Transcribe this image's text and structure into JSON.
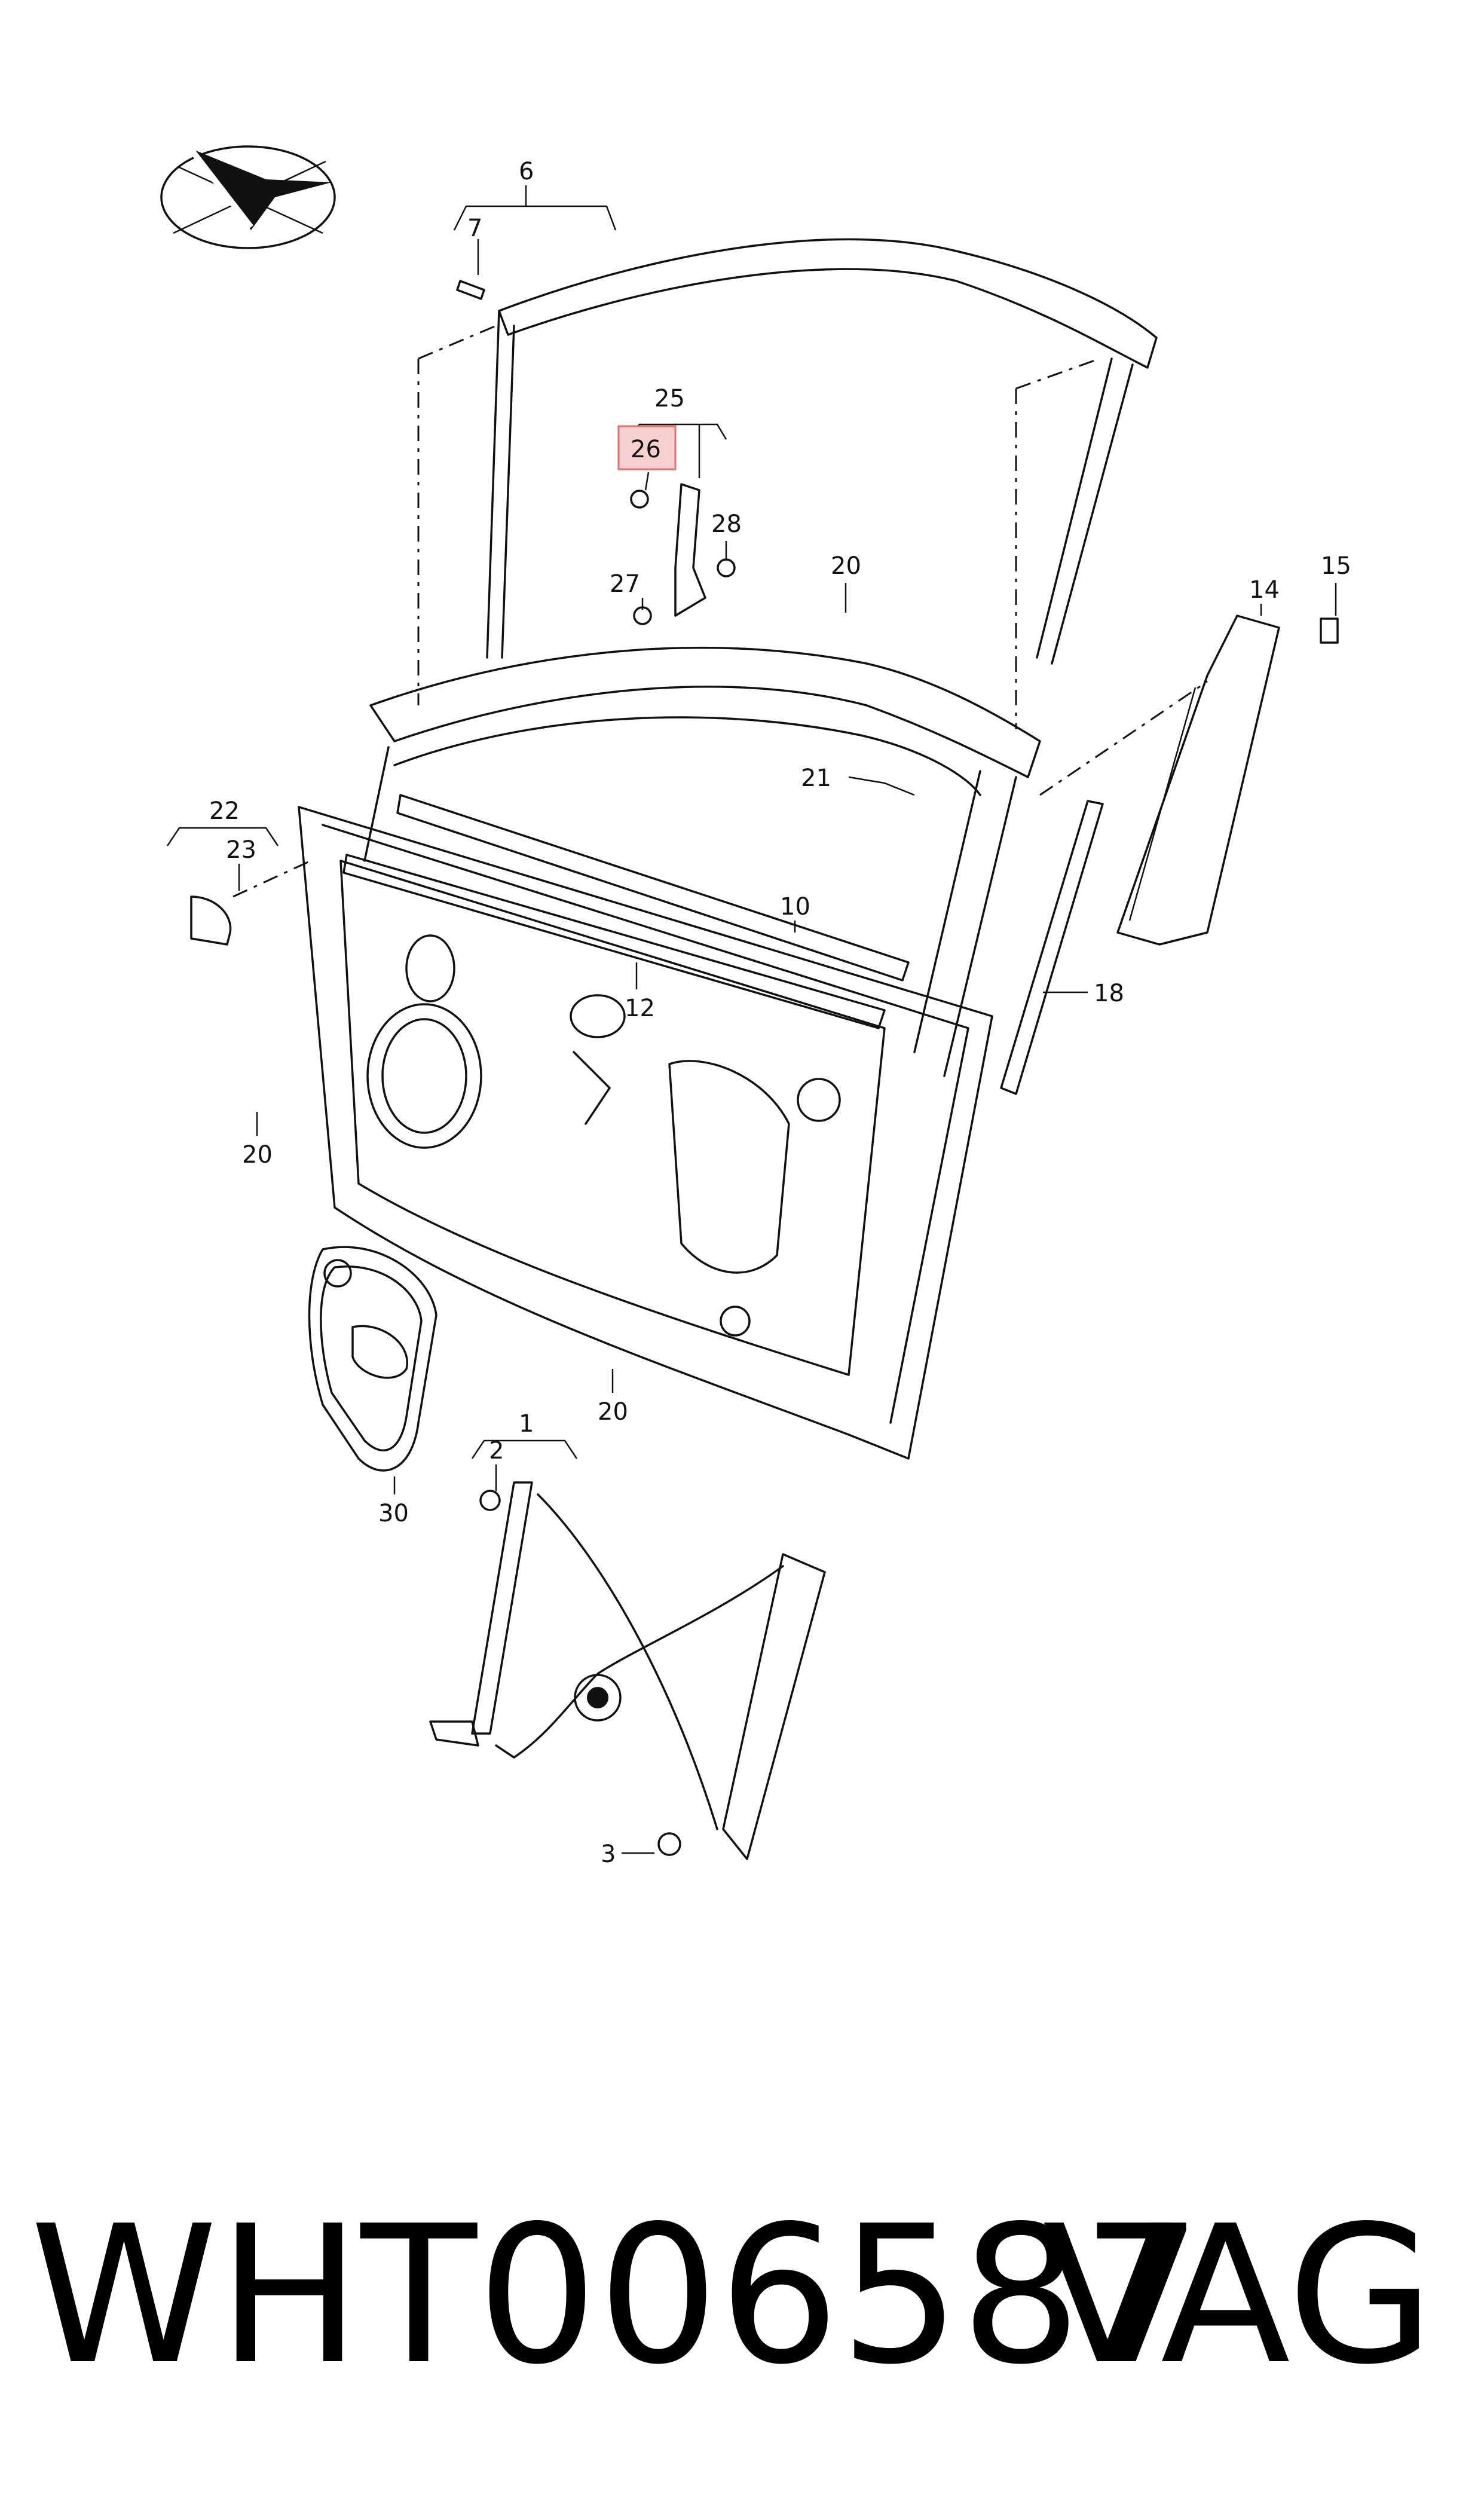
{
  "callouts": [
    {
      "id": "c1",
      "text": "1"
    },
    {
      "id": "c2",
      "text": "2"
    },
    {
      "id": "c3",
      "text": "3"
    },
    {
      "id": "c6",
      "text": "6"
    },
    {
      "id": "c7",
      "text": "7"
    },
    {
      "id": "c10",
      "text": "10"
    },
    {
      "id": "c12",
      "text": "12"
    },
    {
      "id": "c14",
      "text": "14"
    },
    {
      "id": "c15",
      "text": "15"
    },
    {
      "id": "c18",
      "text": "18"
    },
    {
      "id": "c20a",
      "text": "20"
    },
    {
      "id": "c20b",
      "text": "20"
    },
    {
      "id": "c20c",
      "text": "20"
    },
    {
      "id": "c21",
      "text": "21"
    },
    {
      "id": "c22",
      "text": "22"
    },
    {
      "id": "c23",
      "text": "23"
    },
    {
      "id": "c25",
      "text": "25"
    },
    {
      "id": "c26",
      "text": "26"
    },
    {
      "id": "c27",
      "text": "27"
    },
    {
      "id": "c28",
      "text": "28"
    },
    {
      "id": "c30",
      "text": "30"
    }
  ],
  "highlighted_callout": "26",
  "highlight_color": "#f08a8a",
  "caption": {
    "part_number": "WHT006587",
    "brand": "VAG"
  }
}
